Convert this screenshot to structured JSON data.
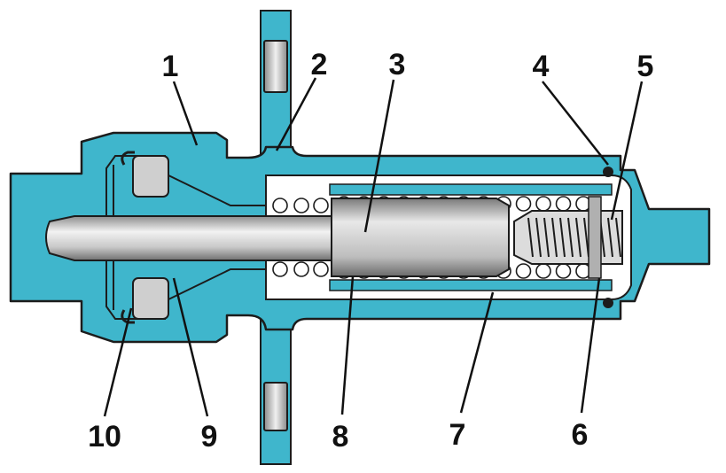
{
  "colors": {
    "housing": "#3fb6cc",
    "outline": "#1c1c1c",
    "metal_light": "#e6e6e6",
    "metal_mid": "#b8b8b8",
    "metal_dark": "#6e6e6e",
    "spring_fill": "#ffffff",
    "leader": "#111111"
  },
  "callouts": [
    {
      "number": "1",
      "part": "housing"
    },
    {
      "number": "2",
      "part": "mounting-flange"
    },
    {
      "number": "3",
      "part": "piston"
    },
    {
      "number": "4",
      "part": "o-ring"
    },
    {
      "number": "5",
      "part": "inner-spring"
    },
    {
      "number": "6",
      "part": "outer-spring-seat"
    },
    {
      "number": "7",
      "part": "cylinder-body"
    },
    {
      "number": "8",
      "part": "outer-spring"
    },
    {
      "number": "9",
      "part": "rod-seal"
    },
    {
      "number": "10",
      "part": "retaining-ring"
    }
  ]
}
